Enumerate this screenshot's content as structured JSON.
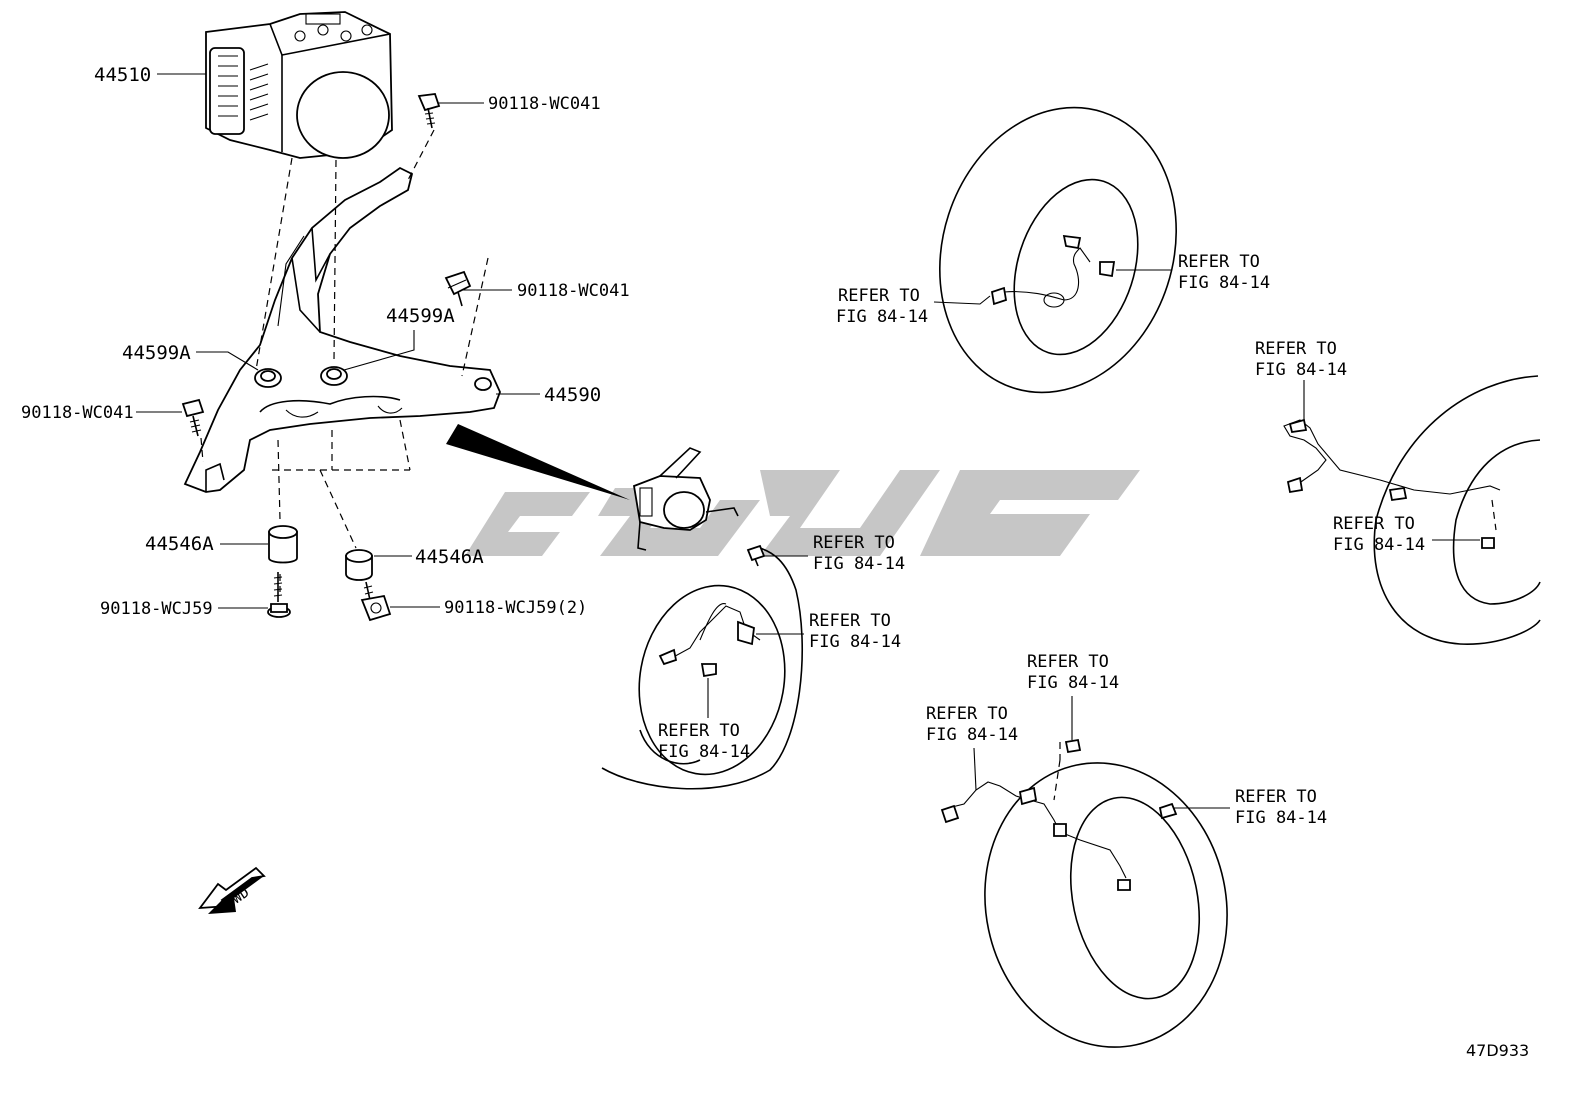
{
  "diagram_id": "47D933",
  "fwd_label": "FWD",
  "parts": {
    "actuator": "44510",
    "bolt_top": "90118-WC041",
    "bolt_mid": "90118-WC041",
    "bolt_left": "90118-WC041",
    "cushion_upper_right": "44599A",
    "cushion_upper_left": "44599A",
    "bracket": "44590",
    "cushion_lower_left": "44546A",
    "cushion_lower_right": "44546A",
    "bolt_lower_left": "90118-WCJ59",
    "bolt_lower_right": "90118-WCJ59(2)"
  },
  "references": {
    "line1": "REFER TO",
    "line2": "FIG 84-14"
  },
  "colors": {
    "line": "#000000",
    "watermark": "#c6c6c6"
  }
}
